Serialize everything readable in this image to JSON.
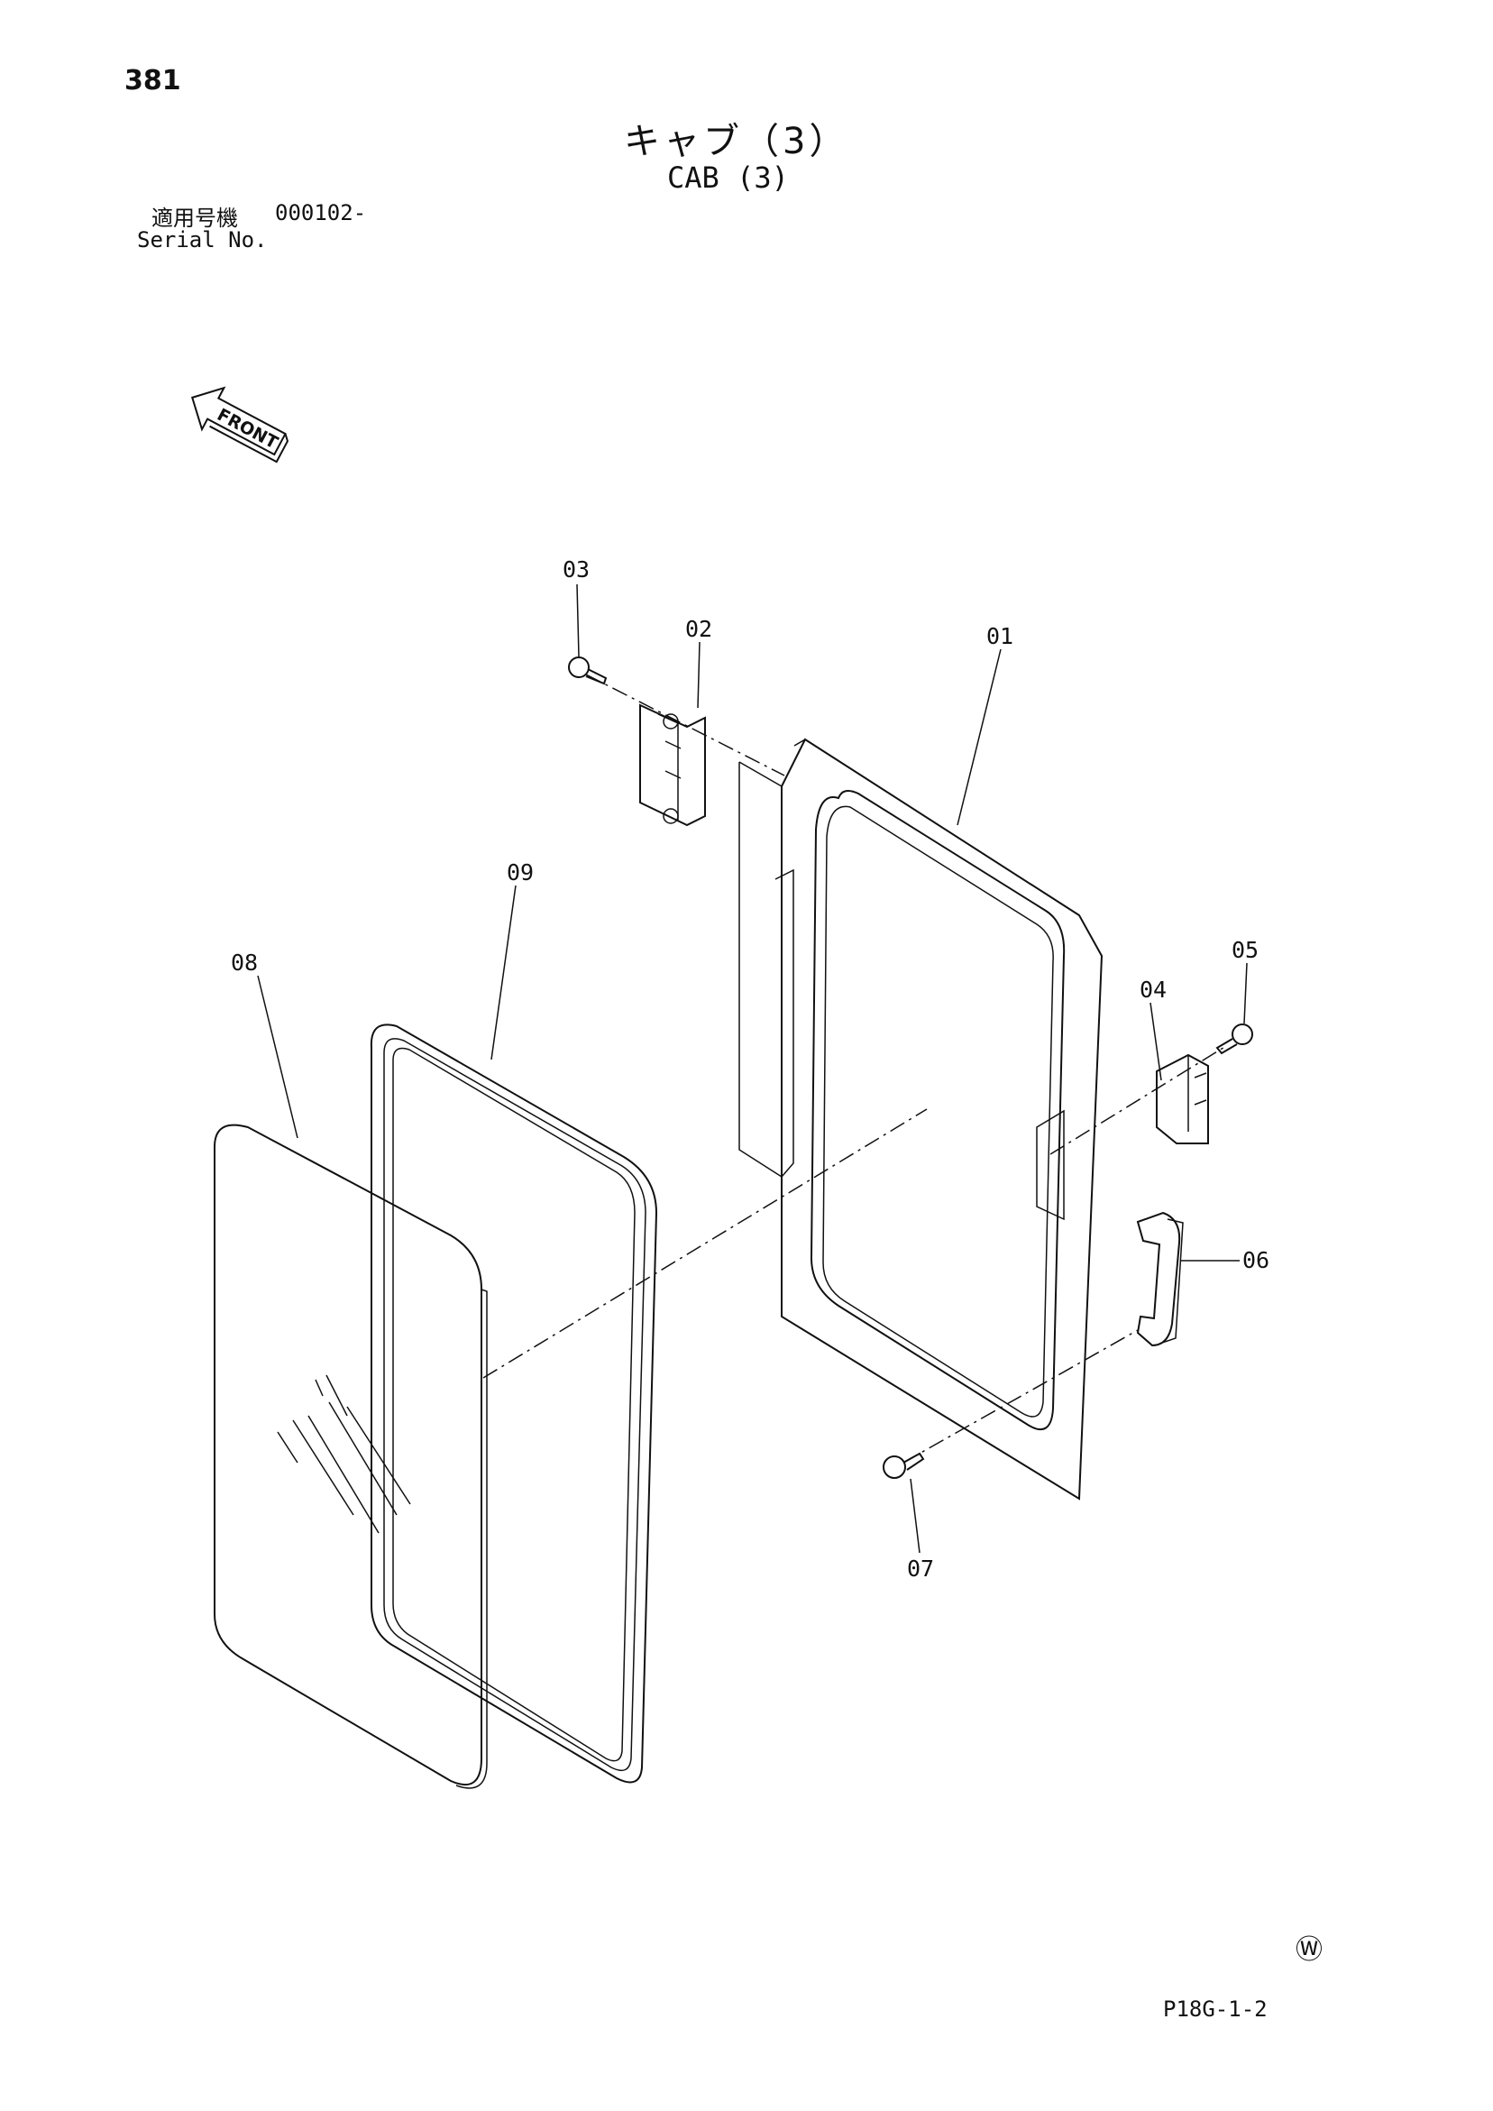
{
  "page_number": "381",
  "title_jp": "キャブ（3）",
  "title_en": "CAB (3)",
  "serial": {
    "label_jp": "適用号機",
    "value": "000102-",
    "label_en": "Serial No."
  },
  "front_arrow_label": "FRONT",
  "callouts": {
    "p01": "01",
    "p02": "02",
    "p03": "03",
    "p04": "04",
    "p05": "05",
    "p06": "06",
    "p07": "07",
    "p08": "08",
    "p09": "09"
  },
  "watermark_symbol": "Ⓦ",
  "footer_code": "P18G-1-2"
}
